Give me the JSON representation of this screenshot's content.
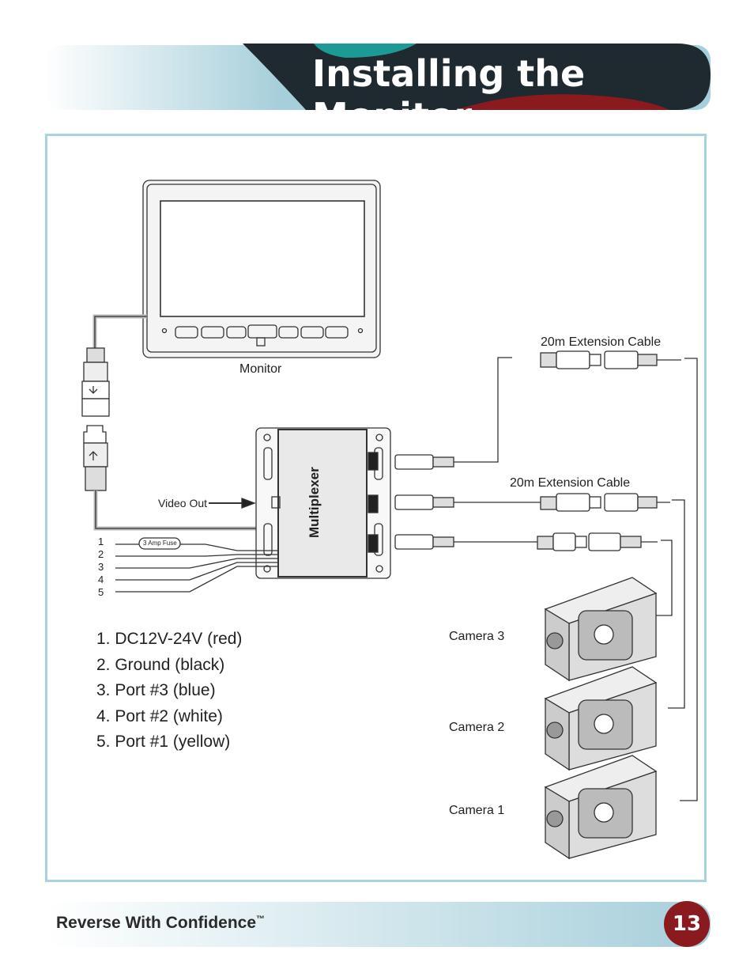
{
  "header": {
    "title": "Installing the Monitor"
  },
  "diagram": {
    "monitor_label": "Monitor",
    "video_out_label": "Video Out",
    "multiplexer_label": "Multiplexer",
    "fuse_label": "3 Amp Fuse",
    "extension_cable_top": "20m Extension Cable",
    "extension_cable_mid": "20m Extension Cable",
    "camera_labels": [
      "Camera 3",
      "Camera 2",
      "Camera 1"
    ],
    "wire_numbers": [
      "1",
      "2",
      "3",
      "4",
      "5"
    ]
  },
  "legend": {
    "items": [
      "1. DC12V-24V (red)",
      "2. Ground (black)",
      "3. Port #3 (blue)",
      "4. Port #2 (white)",
      "5. Port #1 (yellow)"
    ]
  },
  "footer": {
    "brand": "Reverse With Confidence",
    "trademark": "™",
    "page_number": "13"
  },
  "colors": {
    "frame": "#a9d3df",
    "header_dark": "#1f2a30",
    "teal": "#1e9a96",
    "red": "#8b1a1e"
  }
}
